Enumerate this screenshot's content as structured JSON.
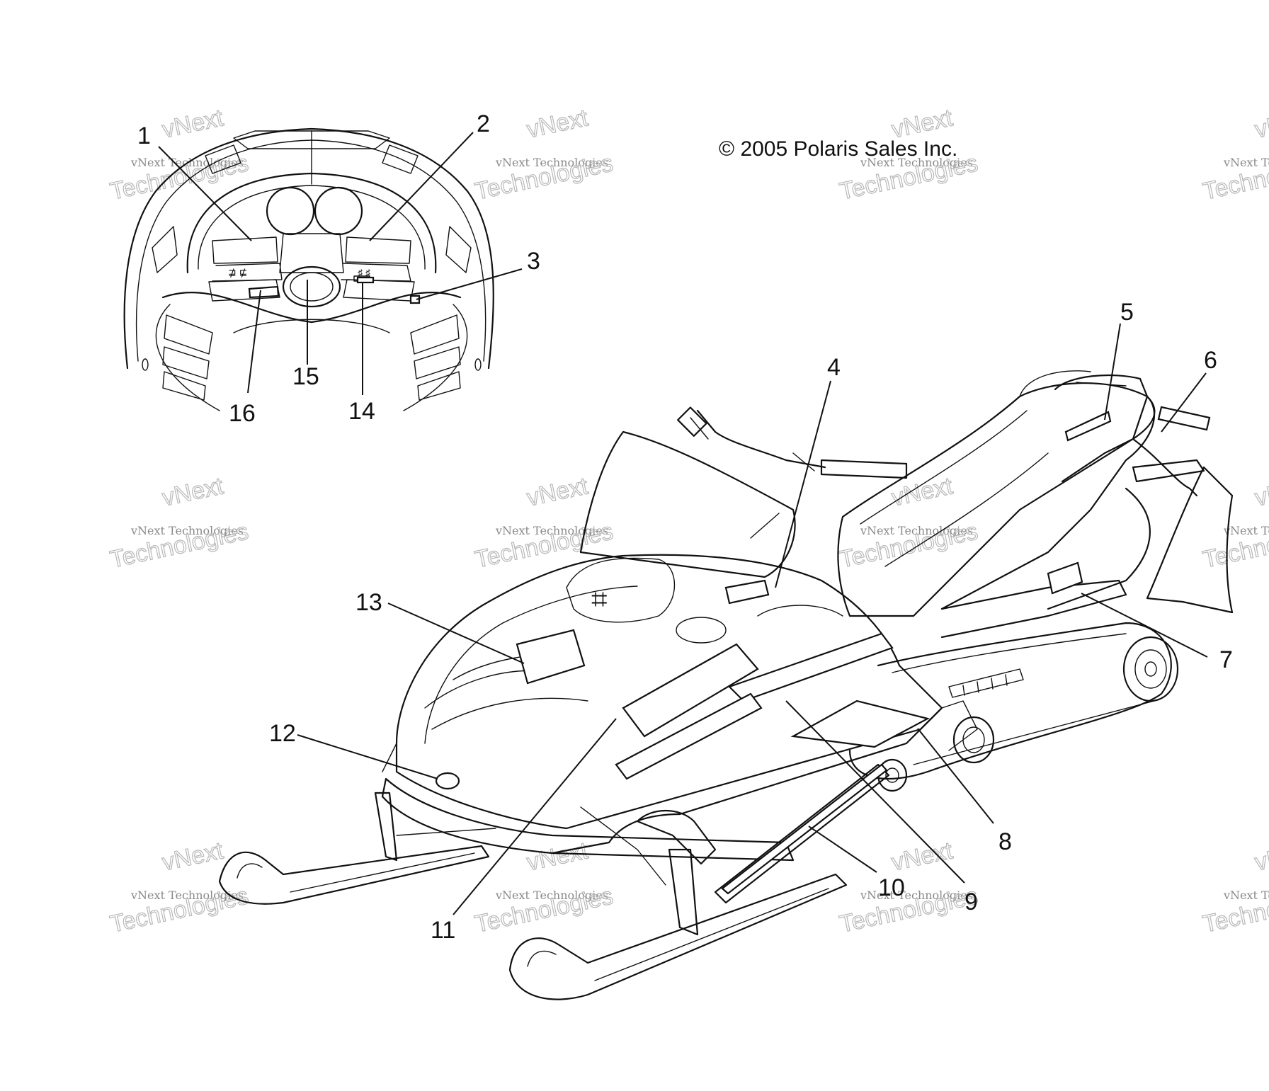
{
  "copyright": "© 2005 Polaris Sales Inc.",
  "watermark": {
    "line_small": "vNext Technologies",
    "line_top": "vNext",
    "line_big": "Technologies"
  },
  "callouts": [
    "1",
    "2",
    "3",
    "4",
    "5",
    "6",
    "7",
    "8",
    "9",
    "10",
    "11",
    "12",
    "13",
    "14",
    "15",
    "16"
  ],
  "colors": {
    "ink": "#111111",
    "background": "#ffffff",
    "watermark": "#b8b8b8"
  }
}
